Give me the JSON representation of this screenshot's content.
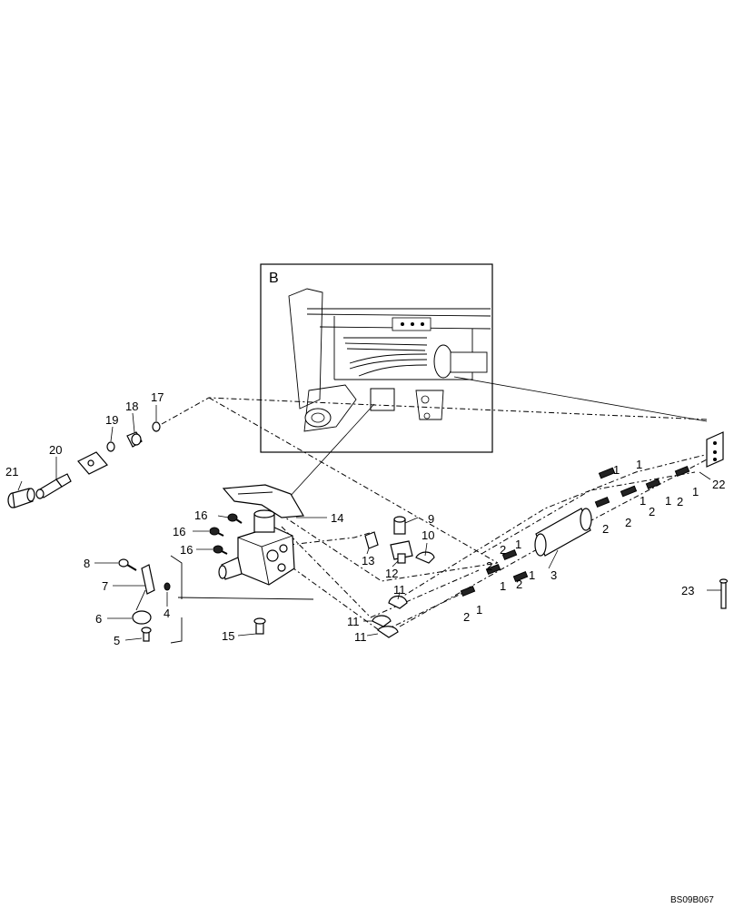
{
  "inset": {
    "label": "B"
  },
  "callouts": [
    "1",
    "2",
    "3",
    "4",
    "5",
    "6",
    "7",
    "8",
    "9",
    "10",
    "11",
    "12",
    "13",
    "14",
    "15",
    "16",
    "17",
    "18",
    "19",
    "20",
    "21",
    "22",
    "23"
  ],
  "drawing_code": "BS09B067"
}
